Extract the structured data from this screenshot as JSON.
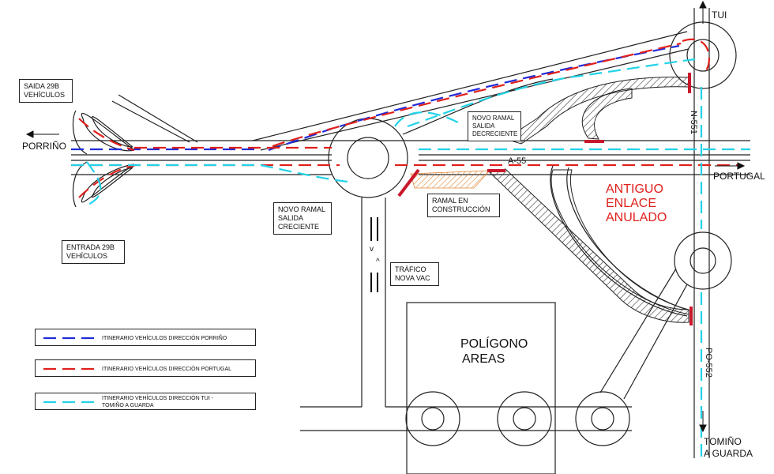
{
  "colors": {
    "road": "#222222",
    "porrino_route": "#1f2bd8",
    "portugal_route": "#e0201c",
    "tui_route": "#21d3e8",
    "hatch": "#333333",
    "construction": "#e08a3a",
    "barrier": "#c8182a"
  },
  "places": {
    "tui": "TUI",
    "porrino": "PORRIÑO",
    "portugal": "PORTUGAL",
    "tomino": "TOMIÑO",
    "guarda": "A GUARDA"
  },
  "roads": {
    "a55": "A-55",
    "n551": "N-551",
    "po552": "PO-552"
  },
  "boxes": {
    "saida_line1": "SAIDA 29B",
    "saida_line2": "VEHÍCULOS",
    "entrada_line1": "ENTRADA 29B",
    "entrada_line2": "VEHÍCULOS",
    "novo_creciente_1": "NOVO RAMAL",
    "novo_creciente_2": "SALIDA",
    "novo_creciente_3": "CRECIENTE",
    "novo_decreciente_1": "NOVO RAMAL",
    "novo_decreciente_2": "SALIDA",
    "novo_decreciente_3": "DECRECIENTE",
    "ramal_1": "RAMAL EN",
    "ramal_2": "CONSTRUCCIÓN",
    "trafico_1": "TRÁFICO",
    "trafico_2": "NOVA VAC"
  },
  "antiguo": {
    "line1": "ANTIGUO",
    "line2": "ENLACE",
    "line3": "ANULADO"
  },
  "poligono": {
    "line1": "POLÍGONO",
    "line2": "AREAS"
  },
  "legend": [
    {
      "text_line1": "ITINERARIO VEHÍCULOS DIRECCIÓN PORRIÑO",
      "text_line2": "",
      "color_key": "porrino_route"
    },
    {
      "text_line1": "ITINERARIO VEHÍCULOS DIRECCIÓN PORTUGAL",
      "text_line2": "",
      "color_key": "portugal_route"
    },
    {
      "text_line1": "ITINERARIO VEHÍCULOS DIRECCIÓN TUI -",
      "text_line2": "TOMIÑO A GUARDA",
      "color_key": "tui_route"
    }
  ],
  "arrows": {
    "lane_down": "v",
    "lane_up": "^"
  }
}
